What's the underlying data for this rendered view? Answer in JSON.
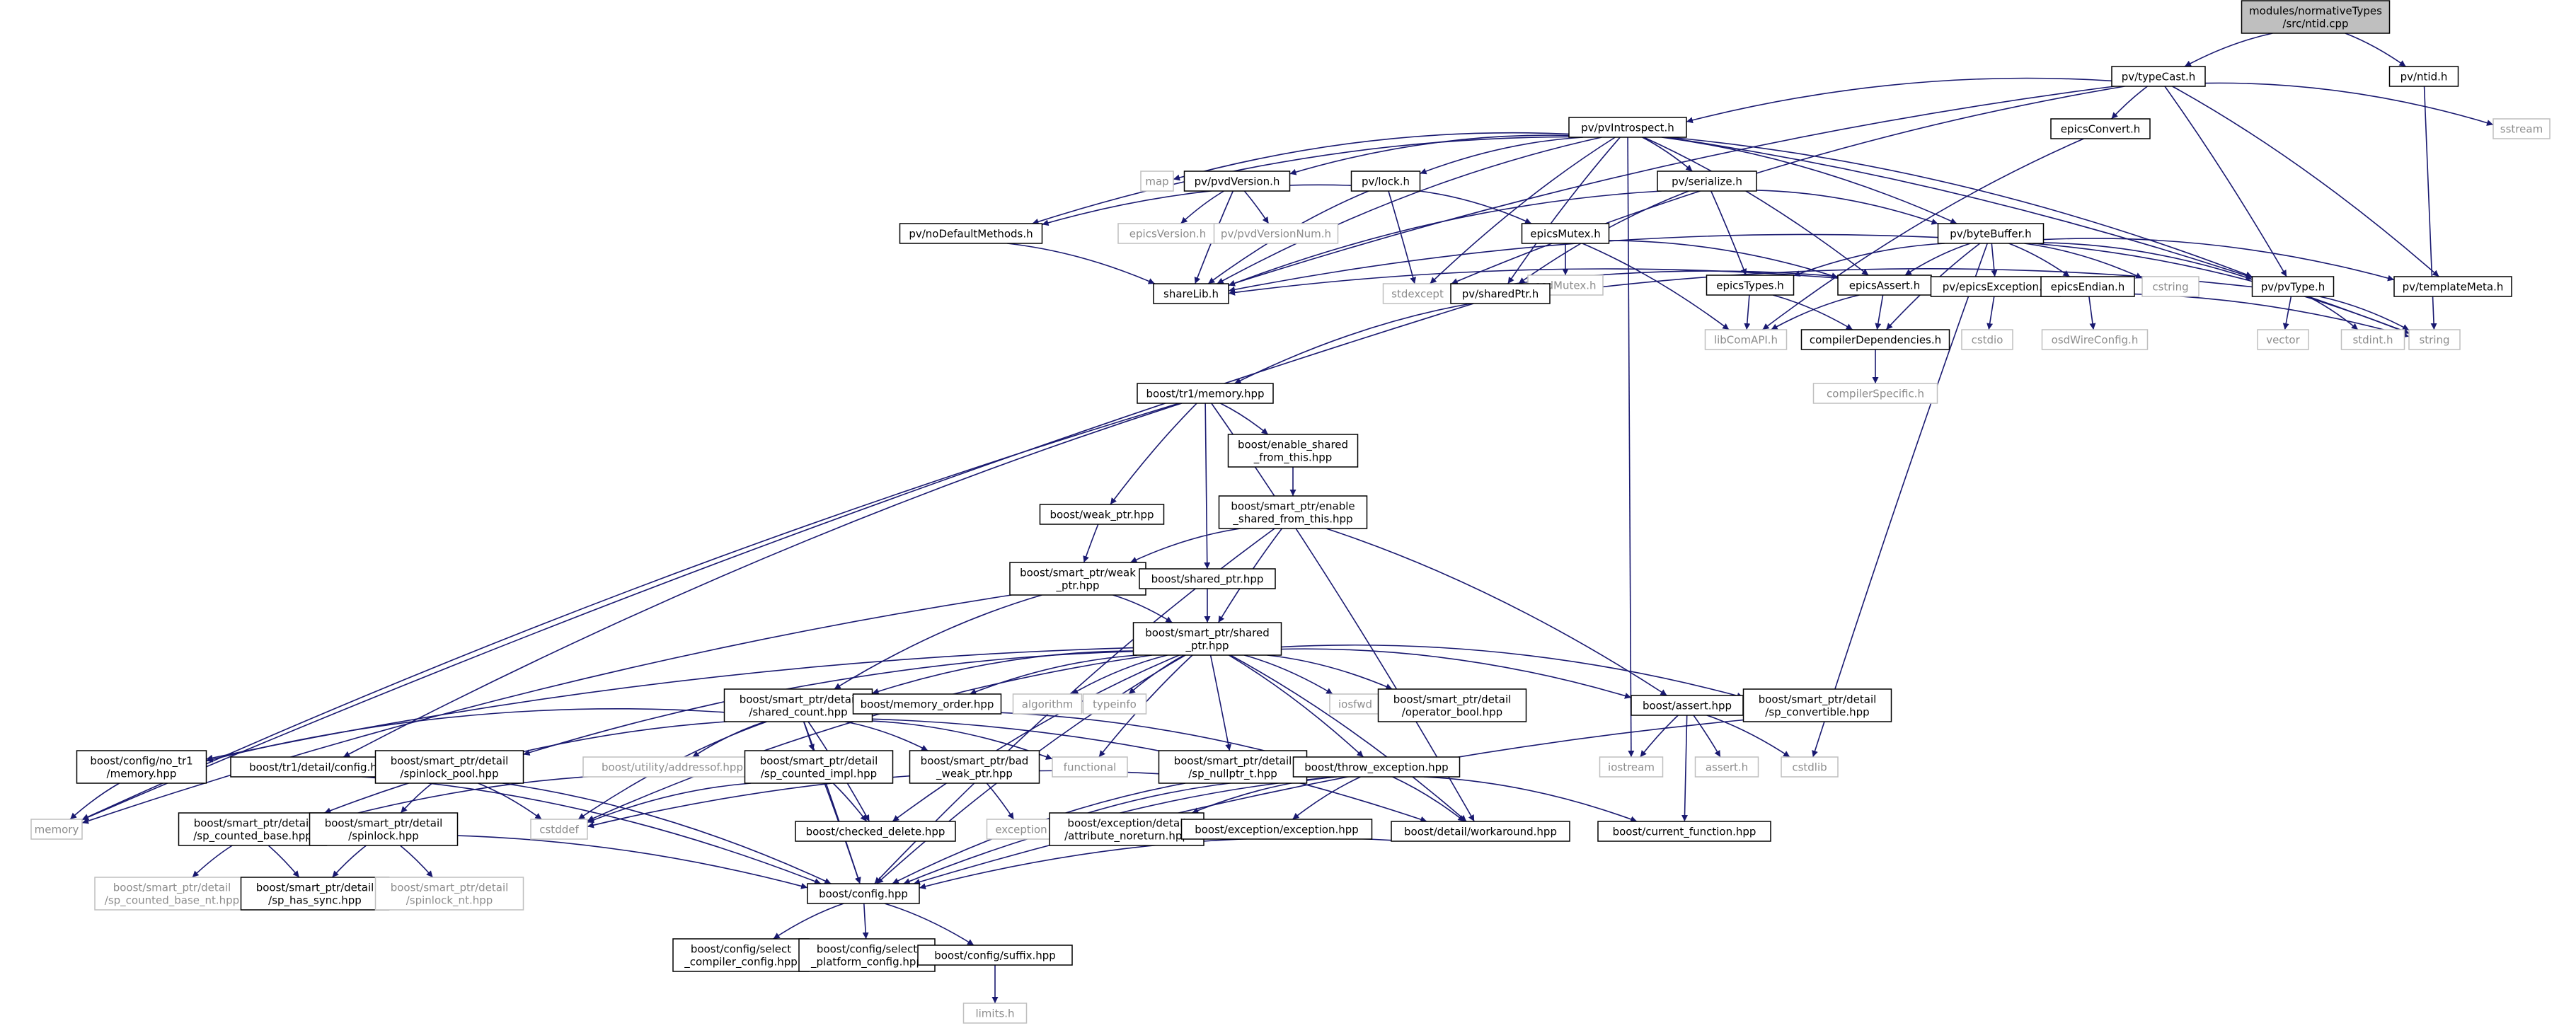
{
  "colors": {
    "root_fill": "#bfbfbf",
    "node_fill": "#ffffff",
    "node_border": "#000000",
    "system_border": "#bfbfbf",
    "system_text": "#8c8c8c",
    "text": "#000000",
    "edge": "#191970"
  },
  "nodes": [
    {
      "id": "root",
      "lines": [
        "modules/normativeTypes",
        "/src/ntid.cpp"
      ],
      "kind": "root"
    },
    {
      "id": "pvTypeCast",
      "lines": [
        "pv/typeCast.h"
      ],
      "kind": "local"
    },
    {
      "id": "pvNtid",
      "lines": [
        "pv/ntid.h"
      ],
      "kind": "local"
    },
    {
      "id": "pvIntrospect",
      "lines": [
        "pv/pvIntrospect.h"
      ],
      "kind": "local"
    },
    {
      "id": "epicsConvert",
      "lines": [
        "epicsConvert.h"
      ],
      "kind": "local"
    },
    {
      "id": "sstream",
      "lines": [
        "sstream"
      ],
      "kind": "system"
    },
    {
      "id": "map",
      "lines": [
        "map"
      ],
      "kind": "system"
    },
    {
      "id": "pvdVersion",
      "lines": [
        "pv/pvdVersion.h"
      ],
      "kind": "local"
    },
    {
      "id": "pvLock",
      "lines": [
        "pv/lock.h"
      ],
      "kind": "local"
    },
    {
      "id": "pvSerialize",
      "lines": [
        "pv/serialize.h"
      ],
      "kind": "local"
    },
    {
      "id": "pvByteBuffer",
      "lines": [
        "pv/byteBuffer.h"
      ],
      "kind": "local"
    },
    {
      "id": "pvNoDefault",
      "lines": [
        "pv/noDefaultMethods.h"
      ],
      "kind": "local"
    },
    {
      "id": "epicsVersion",
      "lines": [
        "epicsVersion.h"
      ],
      "kind": "system"
    },
    {
      "id": "pvdVersionNum",
      "lines": [
        "pv/pvdVersionNum.h"
      ],
      "kind": "system"
    },
    {
      "id": "epicsMutex",
      "lines": [
        "epicsMutex.h"
      ],
      "kind": "local"
    },
    {
      "id": "osdMutex",
      "lines": [
        "osdMutex.h"
      ],
      "kind": "system"
    },
    {
      "id": "epicsTypes",
      "lines": [
        "epicsTypes.h"
      ],
      "kind": "local"
    },
    {
      "id": "epicsAssert",
      "lines": [
        "epicsAssert.h"
      ],
      "kind": "local"
    },
    {
      "id": "pvEpicsException",
      "lines": [
        "pv/epicsException.h"
      ],
      "kind": "local"
    },
    {
      "id": "epicsEndian",
      "lines": [
        "epicsEndian.h"
      ],
      "kind": "local"
    },
    {
      "id": "cstring",
      "lines": [
        "cstring"
      ],
      "kind": "system"
    },
    {
      "id": "pvPvType",
      "lines": [
        "pv/pvType.h"
      ],
      "kind": "local"
    },
    {
      "id": "pvTemplateMeta",
      "lines": [
        "pv/templateMeta.h"
      ],
      "kind": "local"
    },
    {
      "id": "shareLib",
      "lines": [
        "shareLib.h"
      ],
      "kind": "local"
    },
    {
      "id": "stdexcept",
      "lines": [
        "stdexcept"
      ],
      "kind": "system"
    },
    {
      "id": "pvSharedPtr",
      "lines": [
        "pv/sharedPtr.h"
      ],
      "kind": "local"
    },
    {
      "id": "libComAPI",
      "lines": [
        "libComAPI.h"
      ],
      "kind": "system"
    },
    {
      "id": "compilerDeps",
      "lines": [
        "compilerDependencies.h"
      ],
      "kind": "local"
    },
    {
      "id": "cstdio",
      "lines": [
        "cstdio"
      ],
      "kind": "system"
    },
    {
      "id": "osdWireConfig",
      "lines": [
        "osdWireConfig.h"
      ],
      "kind": "system"
    },
    {
      "id": "vector",
      "lines": [
        "vector"
      ],
      "kind": "system"
    },
    {
      "id": "stdint",
      "lines": [
        "stdint.h"
      ],
      "kind": "system"
    },
    {
      "id": "string",
      "lines": [
        "string"
      ],
      "kind": "system"
    },
    {
      "id": "compilerSpecific",
      "lines": [
        "compilerSpecific.h"
      ],
      "kind": "system"
    },
    {
      "id": "tr1Memory",
      "lines": [
        "boost/tr1/memory.hpp"
      ],
      "kind": "local"
    },
    {
      "id": "enableSharedFromThis",
      "lines": [
        "boost/enable_shared",
        "_from_this.hpp"
      ],
      "kind": "local"
    },
    {
      "id": "weakPtr",
      "lines": [
        "boost/weak_ptr.hpp"
      ],
      "kind": "local"
    },
    {
      "id": "spEnableShared",
      "lines": [
        "boost/smart_ptr/enable",
        "_shared_from_this.hpp"
      ],
      "kind": "local"
    },
    {
      "id": "spWeakPtr",
      "lines": [
        "boost/smart_ptr/weak",
        "_ptr.hpp"
      ],
      "kind": "local"
    },
    {
      "id": "sharedPtrHpp",
      "lines": [
        "boost/shared_ptr.hpp"
      ],
      "kind": "local"
    },
    {
      "id": "spSharedPtr",
      "lines": [
        "boost/smart_ptr/shared",
        "_ptr.hpp"
      ],
      "kind": "local"
    },
    {
      "id": "spSharedCount",
      "lines": [
        "boost/smart_ptr/detail",
        "/shared_count.hpp"
      ],
      "kind": "local"
    },
    {
      "id": "memoryOrder",
      "lines": [
        "boost/memory_order.hpp"
      ],
      "kind": "local"
    },
    {
      "id": "algorithm",
      "lines": [
        "algorithm"
      ],
      "kind": "system"
    },
    {
      "id": "typeinfo",
      "lines": [
        "typeinfo"
      ],
      "kind": "system"
    },
    {
      "id": "iosfwd",
      "lines": [
        "iosfwd"
      ],
      "kind": "system"
    },
    {
      "id": "spOperatorBool",
      "lines": [
        "boost/smart_ptr/detail",
        "/operator_bool.hpp"
      ],
      "kind": "local"
    },
    {
      "id": "boostAssert",
      "lines": [
        "boost/assert.hpp"
      ],
      "kind": "local"
    },
    {
      "id": "spConvertible",
      "lines": [
        "boost/smart_ptr/detail",
        "/sp_convertible.hpp"
      ],
      "kind": "local"
    },
    {
      "id": "noTr1Memory",
      "lines": [
        "boost/config/no_tr1",
        "/memory.hpp"
      ],
      "kind": "local"
    },
    {
      "id": "tr1DetailConfig",
      "lines": [
        "boost/tr1/detail/config.hpp"
      ],
      "kind": "local"
    },
    {
      "id": "spSpinlockPool",
      "lines": [
        "boost/smart_ptr/detail",
        "/spinlock_pool.hpp"
      ],
      "kind": "local"
    },
    {
      "id": "utilityAddressof",
      "lines": [
        "boost/utility/addressof.hpp"
      ],
      "kind": "system"
    },
    {
      "id": "spCountedImpl",
      "lines": [
        "boost/smart_ptr/detail",
        "/sp_counted_impl.hpp"
      ],
      "kind": "local"
    },
    {
      "id": "spBadWeakPtr",
      "lines": [
        "boost/smart_ptr/bad",
        "_weak_ptr.hpp"
      ],
      "kind": "local"
    },
    {
      "id": "functional",
      "lines": [
        "functional"
      ],
      "kind": "system"
    },
    {
      "id": "spNullptrT",
      "lines": [
        "boost/smart_ptr/detail",
        "/sp_nullptr_t.hpp"
      ],
      "kind": "local"
    },
    {
      "id": "throwException",
      "lines": [
        "boost/throw_exception.hpp"
      ],
      "kind": "local"
    },
    {
      "id": "iostream",
      "lines": [
        "iostream"
      ],
      "kind": "system"
    },
    {
      "id": "assertH",
      "lines": [
        "assert.h"
      ],
      "kind": "system"
    },
    {
      "id": "cstdlib",
      "lines": [
        "cstdlib"
      ],
      "kind": "system"
    },
    {
      "id": "memory",
      "lines": [
        "memory"
      ],
      "kind": "system"
    },
    {
      "id": "spCountedBase",
      "lines": [
        "boost/smart_ptr/detail",
        "/sp_counted_base.hpp"
      ],
      "kind": "local"
    },
    {
      "id": "spSpinlock",
      "lines": [
        "boost/smart_ptr/detail",
        "/spinlock.hpp"
      ],
      "kind": "local"
    },
    {
      "id": "cstddef",
      "lines": [
        "cstddef"
      ],
      "kind": "system"
    },
    {
      "id": "checkedDelete",
      "lines": [
        "boost/checked_delete.hpp"
      ],
      "kind": "local"
    },
    {
      "id": "exceptionSys",
      "lines": [
        "exception"
      ],
      "kind": "system"
    },
    {
      "id": "attrNoreturn",
      "lines": [
        "boost/exception/detail",
        "/attribute_noreturn.hpp"
      ],
      "kind": "local"
    },
    {
      "id": "exceptionHpp",
      "lines": [
        "boost/exception/exception.hpp"
      ],
      "kind": "local"
    },
    {
      "id": "workaround",
      "lines": [
        "boost/detail/workaround.hpp"
      ],
      "kind": "local"
    },
    {
      "id": "currentFunction",
      "lines": [
        "boost/current_function.hpp"
      ],
      "kind": "local"
    },
    {
      "id": "spCountedBaseNt",
      "lines": [
        "boost/smart_ptr/detail",
        "/sp_counted_base_nt.hpp"
      ],
      "kind": "system"
    },
    {
      "id": "spHasSync",
      "lines": [
        "boost/smart_ptr/detail",
        "/sp_has_sync.hpp"
      ],
      "kind": "local"
    },
    {
      "id": "spinlockNt",
      "lines": [
        "boost/smart_ptr/detail",
        "/spinlock_nt.hpp"
      ],
      "kind": "system"
    },
    {
      "id": "boostConfig",
      "lines": [
        "boost/config.hpp"
      ],
      "kind": "local"
    },
    {
      "id": "selectCompiler",
      "lines": [
        "boost/config/select",
        "_compiler_config.hpp"
      ],
      "kind": "local"
    },
    {
      "id": "selectPlatform",
      "lines": [
        "boost/config/select",
        "_platform_config.hpp"
      ],
      "kind": "local"
    },
    {
      "id": "configSuffix",
      "lines": [
        "boost/config/suffix.hpp"
      ],
      "kind": "local"
    },
    {
      "id": "limits",
      "lines": [
        "limits.h"
      ],
      "kind": "system"
    }
  ],
  "edges": [
    [
      "root",
      "pvTypeCast"
    ],
    [
      "root",
      "pvNtid"
    ],
    [
      "pvNtid",
      "string"
    ],
    [
      "pvTypeCast",
      "pvIntrospect"
    ],
    [
      "pvTypeCast",
      "epicsConvert"
    ],
    [
      "pvTypeCast",
      "sstream"
    ],
    [
      "pvTypeCast",
      "shareLib"
    ],
    [
      "pvTypeCast",
      "stdexcept"
    ],
    [
      "pvTypeCast",
      "pvPvType"
    ],
    [
      "pvTypeCast",
      "pvTemplateMeta"
    ],
    [
      "pvIntrospect",
      "map"
    ],
    [
      "pvIntrospect",
      "pvdVersion"
    ],
    [
      "pvIntrospect",
      "pvLock"
    ],
    [
      "pvIntrospect",
      "pvSerialize"
    ],
    [
      "pvIntrospect",
      "pvByteBuffer"
    ],
    [
      "pvIntrospect",
      "pvNoDefault"
    ],
    [
      "pvIntrospect",
      "shareLib"
    ],
    [
      "pvIntrospect",
      "stdexcept"
    ],
    [
      "pvIntrospect",
      "epicsAssert"
    ],
    [
      "pvIntrospect",
      "pvPvType"
    ],
    [
      "pvIntrospect",
      "pvSharedPtr"
    ],
    [
      "pvIntrospect",
      "iostream"
    ],
    [
      "pvIntrospect",
      "string"
    ],
    [
      "epicsConvert",
      "libComAPI"
    ],
    [
      "pvdVersion",
      "epicsVersion"
    ],
    [
      "pvdVersion",
      "pvdVersionNum"
    ],
    [
      "pvdVersion",
      "shareLib"
    ],
    [
      "pvLock",
      "pvNoDefault"
    ],
    [
      "pvLock",
      "epicsMutex"
    ],
    [
      "pvLock",
      "shareLib"
    ],
    [
      "pvLock",
      "stdexcept"
    ],
    [
      "pvSerialize",
      "pvByteBuffer"
    ],
    [
      "pvSerialize",
      "epicsTypes"
    ],
    [
      "pvSerialize",
      "shareLib"
    ],
    [
      "pvSerialize",
      "pvSharedPtr"
    ],
    [
      "pvNoDefault",
      "shareLib"
    ],
    [
      "epicsMutex",
      "osdMutex"
    ],
    [
      "epicsMutex",
      "epicsAssert"
    ],
    [
      "epicsMutex",
      "libComAPI"
    ],
    [
      "pvByteBuffer",
      "epicsTypes"
    ],
    [
      "pvByteBuffer",
      "epicsAssert"
    ],
    [
      "pvByteBuffer",
      "pvEpicsException"
    ],
    [
      "pvByteBuffer",
      "epicsEndian"
    ],
    [
      "pvByteBuffer",
      "cstring"
    ],
    [
      "pvByteBuffer",
      "pvPvType"
    ],
    [
      "pvByteBuffer",
      "pvTemplateMeta"
    ],
    [
      "pvByteBuffer",
      "shareLib"
    ],
    [
      "pvByteBuffer",
      "compilerDeps"
    ],
    [
      "pvByteBuffer",
      "string"
    ],
    [
      "pvByteBuffer",
      "cstdlib"
    ],
    [
      "epicsTypes",
      "libComAPI"
    ],
    [
      "epicsTypes",
      "compilerDeps"
    ],
    [
      "epicsAssert",
      "libComAPI"
    ],
    [
      "epicsAssert",
      "compilerDeps"
    ],
    [
      "pvEpicsException",
      "stdexcept"
    ],
    [
      "pvEpicsException",
      "cstdio"
    ],
    [
      "pvEpicsException",
      "shareLib"
    ],
    [
      "pvEpicsException",
      "string"
    ],
    [
      "epicsEndian",
      "osdWireConfig"
    ],
    [
      "pvPvType",
      "vector"
    ],
    [
      "pvPvType",
      "stdint"
    ],
    [
      "pvPvType",
      "string"
    ],
    [
      "pvPvType",
      "pvSharedPtr"
    ],
    [
      "compilerDeps",
      "compilerSpecific"
    ],
    [
      "pvSharedPtr",
      "tr1Memory"
    ],
    [
      "pvSharedPtr",
      "memory"
    ],
    [
      "tr1Memory",
      "enableSharedFromThis"
    ],
    [
      "tr1Memory",
      "weakPtr"
    ],
    [
      "tr1Memory",
      "sharedPtrHpp"
    ],
    [
      "tr1Memory",
      "memory"
    ],
    [
      "tr1Memory",
      "tr1DetailConfig"
    ],
    [
      "tr1Memory",
      "workaround"
    ],
    [
      "enableSharedFromThis",
      "spEnableShared"
    ],
    [
      "weakPtr",
      "spWeakPtr"
    ],
    [
      "spEnableShared",
      "spWeakPtr"
    ],
    [
      "spEnableShared",
      "spSharedPtr"
    ],
    [
      "spEnableShared",
      "boostAssert"
    ],
    [
      "spEnableShared",
      "boostConfig"
    ],
    [
      "spWeakPtr",
      "spSharedPtr"
    ],
    [
      "spWeakPtr",
      "spSharedCount"
    ],
    [
      "spWeakPtr",
      "memory"
    ],
    [
      "sharedPtrHpp",
      "spSharedPtr"
    ],
    [
      "spSharedPtr",
      "spSharedCount"
    ],
    [
      "spSharedPtr",
      "memoryOrder"
    ],
    [
      "spSharedPtr",
      "algorithm"
    ],
    [
      "spSharedPtr",
      "typeinfo"
    ],
    [
      "spSharedPtr",
      "functional"
    ],
    [
      "spSharedPtr",
      "iosfwd"
    ],
    [
      "spSharedPtr",
      "spOperatorBool"
    ],
    [
      "spSharedPtr",
      "boostAssert"
    ],
    [
      "spSharedPtr",
      "spConvertible"
    ],
    [
      "spSharedPtr",
      "noTr1Memory"
    ],
    [
      "spSharedPtr",
      "spSpinlockPool"
    ],
    [
      "spSharedPtr",
      "spNullptrT"
    ],
    [
      "spSharedPtr",
      "throwException"
    ],
    [
      "spSharedPtr",
      "checkedDelete"
    ],
    [
      "spSharedPtr",
      "workaround"
    ],
    [
      "spSharedPtr",
      "boostConfig"
    ],
    [
      "spSharedPtr",
      "cstddef"
    ],
    [
      "spSharedCount",
      "noTr1Memory"
    ],
    [
      "spSharedCount",
      "utilityAddressof"
    ],
    [
      "spSharedCount",
      "spCountedImpl"
    ],
    [
      "spSharedCount",
      "spBadWeakPtr"
    ],
    [
      "spSharedCount",
      "functional"
    ],
    [
      "spSharedCount",
      "throwException"
    ],
    [
      "spSharedCount",
      "spCountedBase"
    ],
    [
      "spSharedCount",
      "checkedDelete"
    ],
    [
      "spSharedCount",
      "workaround"
    ],
    [
      "spSharedCount",
      "boostConfig"
    ],
    [
      "spSharedCount",
      "cstddef"
    ],
    [
      "boostAssert",
      "iostream"
    ],
    [
      "boostAssert",
      "assertH"
    ],
    [
      "boostAssert",
      "cstdlib"
    ],
    [
      "boostAssert",
      "currentFunction"
    ],
    [
      "spConvertible",
      "boostConfig"
    ],
    [
      "noTr1Memory",
      "memory"
    ],
    [
      "tr1DetailConfig",
      "boostConfig"
    ],
    [
      "spSpinlockPool",
      "spSpinlock"
    ],
    [
      "spSpinlockPool",
      "cstddef"
    ],
    [
      "spSpinlockPool",
      "boostConfig"
    ],
    [
      "spCountedImpl",
      "spCountedBase"
    ],
    [
      "spCountedImpl",
      "checkedDelete"
    ],
    [
      "spCountedImpl",
      "boostConfig"
    ],
    [
      "spCountedImpl",
      "cstddef"
    ],
    [
      "spBadWeakPtr",
      "exceptionSys"
    ],
    [
      "spNullptrT",
      "cstddef"
    ],
    [
      "spNullptrT",
      "boostConfig"
    ],
    [
      "throwException",
      "exceptionSys"
    ],
    [
      "throwException",
      "attrNoreturn"
    ],
    [
      "throwException",
      "exceptionHpp"
    ],
    [
      "throwException",
      "workaround"
    ],
    [
      "throwException",
      "currentFunction"
    ],
    [
      "throwException",
      "boostConfig"
    ],
    [
      "spCountedBase",
      "spCountedBaseNt"
    ],
    [
      "spCountedBase",
      "spHasSync"
    ],
    [
      "spCountedBase",
      "boostConfig"
    ],
    [
      "spSpinlock",
      "spHasSync"
    ],
    [
      "spSpinlock",
      "spinlockNt"
    ],
    [
      "workaround",
      "boostConfig"
    ],
    [
      "boostConfig",
      "selectCompiler"
    ],
    [
      "boostConfig",
      "selectPlatform"
    ],
    [
      "boostConfig",
      "configSuffix"
    ],
    [
      "configSuffix",
      "limits"
    ]
  ]
}
